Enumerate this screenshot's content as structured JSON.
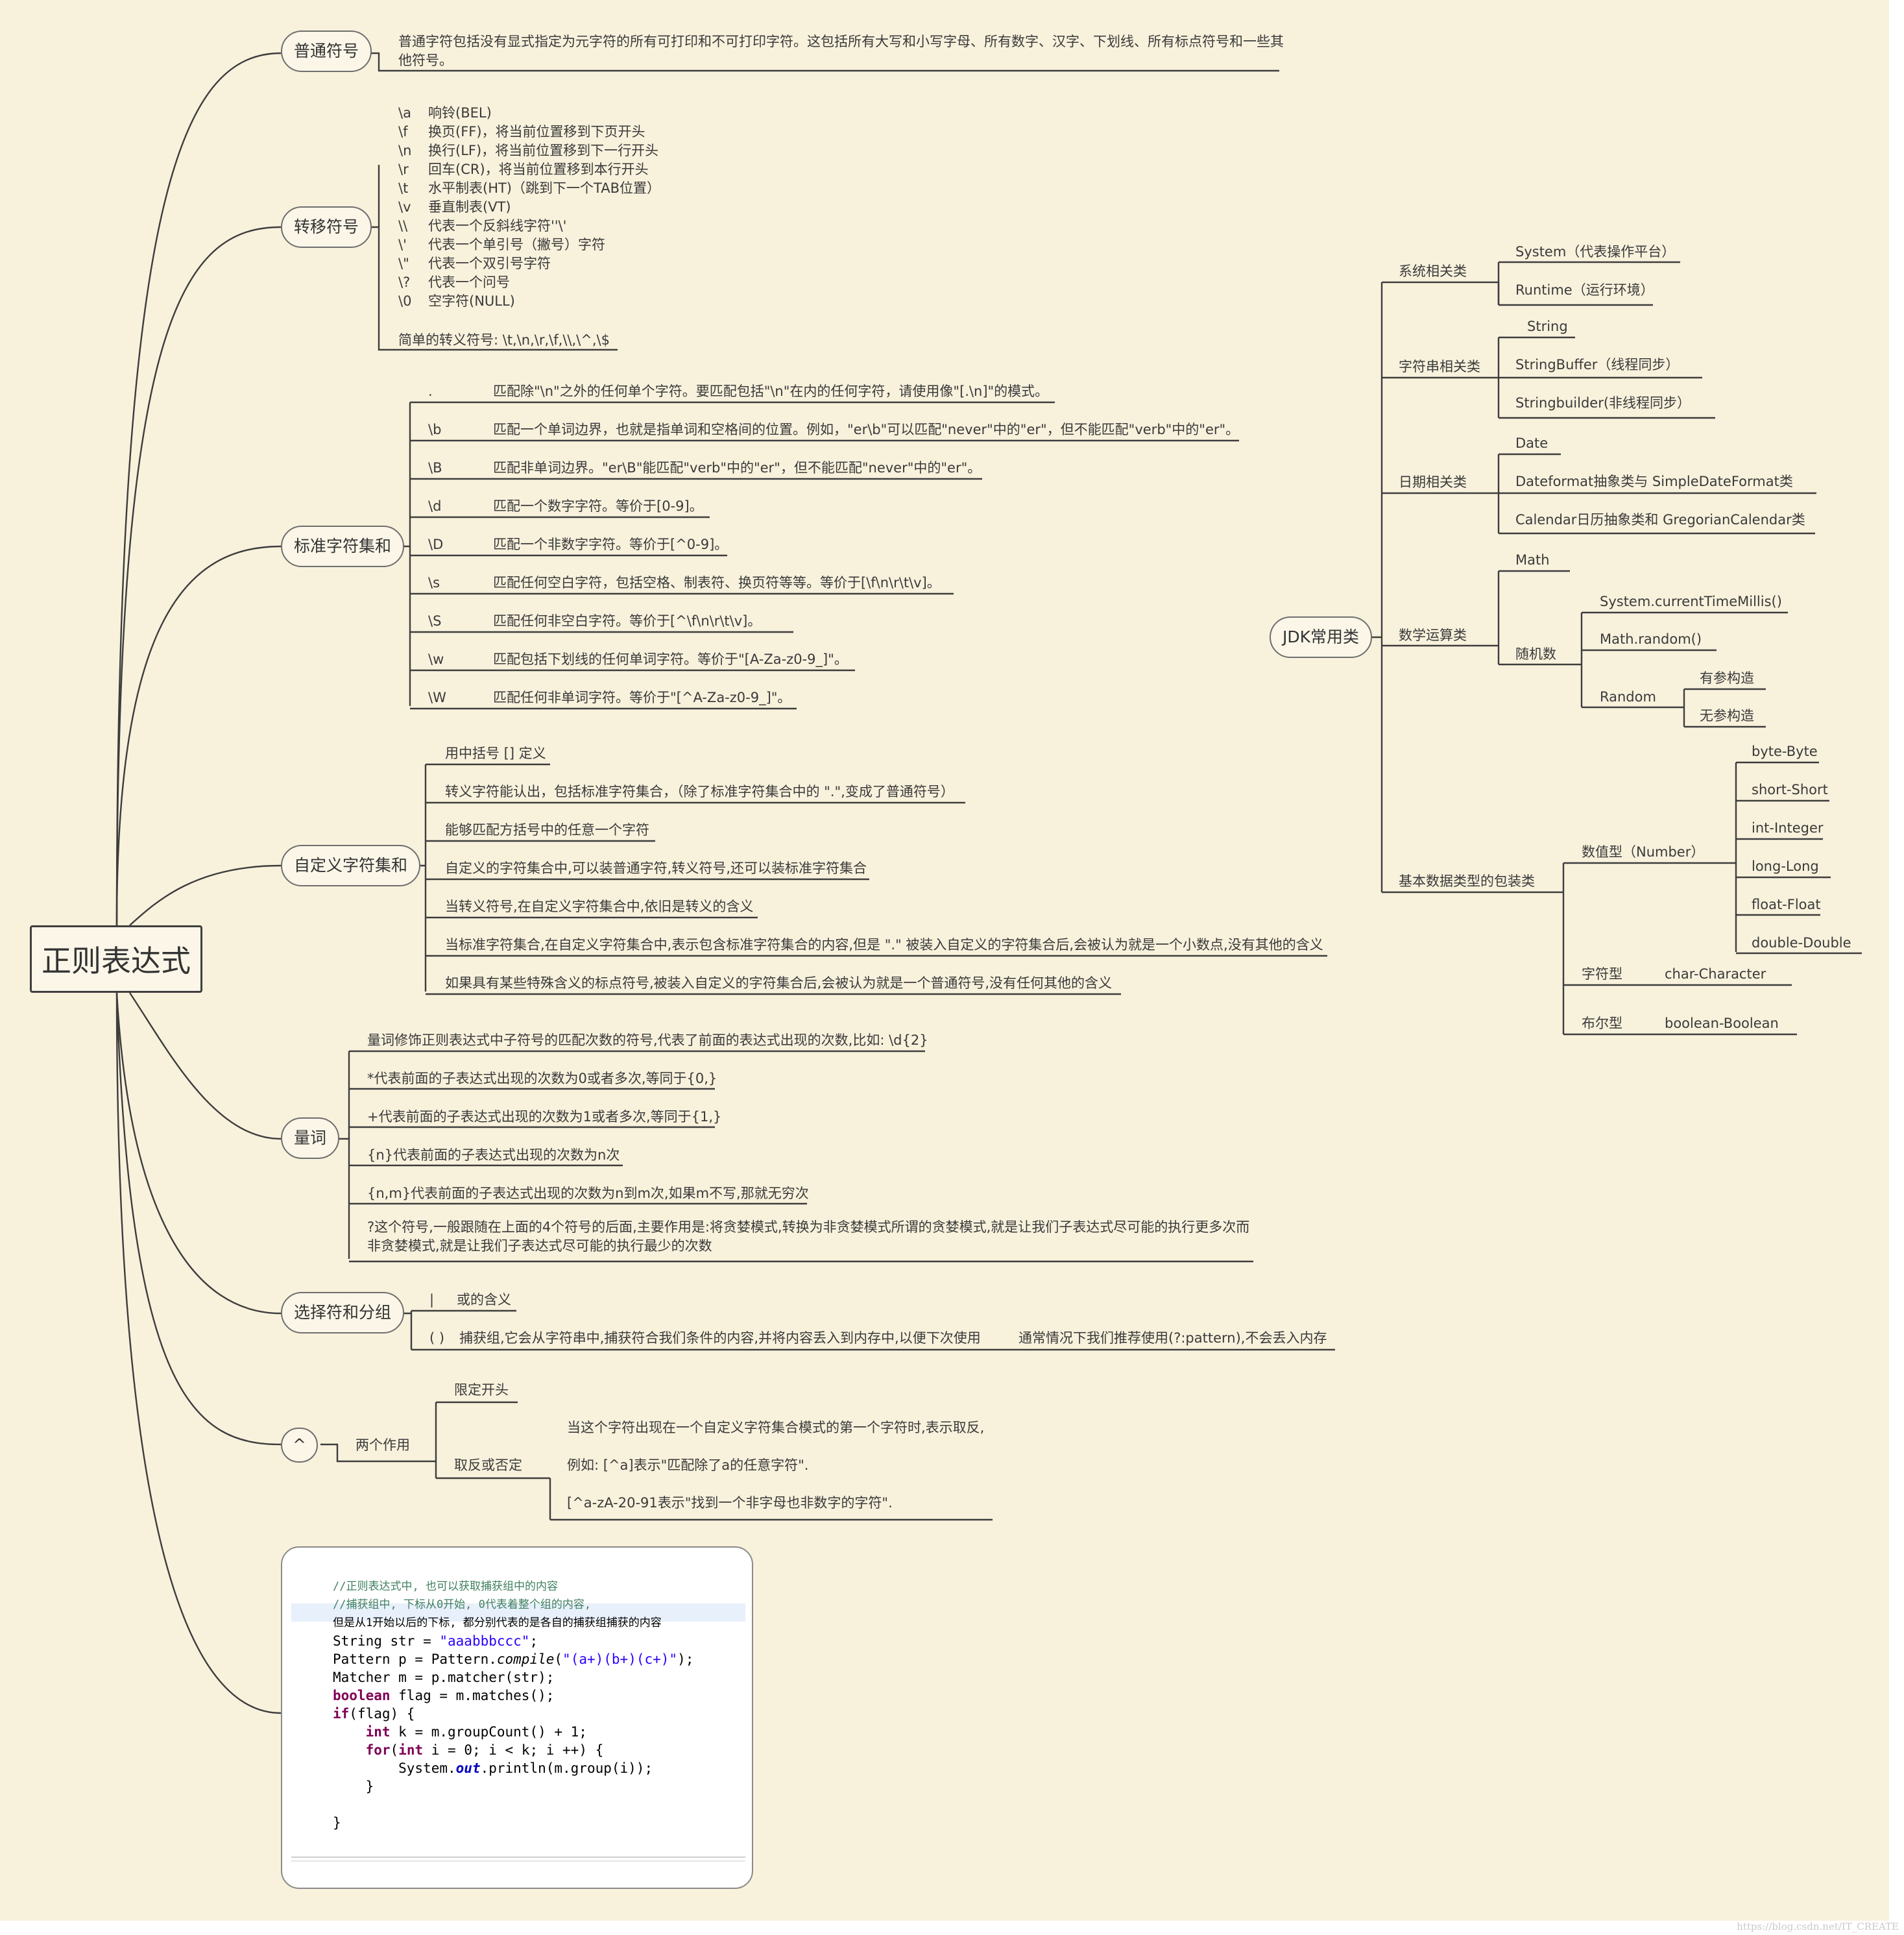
{
  "root": "正则表达式",
  "watermark": "https://blog.csdn.net/IT_CREATE",
  "branches": {
    "plain": {
      "label": "普通符号",
      "text": "普通字符包括没有显式指定为元字符的所有可打印和不可打印字符。这包括所有大写和小写字母、所有数字、汉字、下划线、所有标点符号和一些其他符号。"
    },
    "escape": {
      "label": "转移符号",
      "items": [
        [
          "\\a",
          "响铃(BEL)"
        ],
        [
          "\\f",
          "换页(FF)，将当前位置移到下页开头"
        ],
        [
          "\\n",
          "换行(LF)，将当前位置移到下一行开头"
        ],
        [
          "\\r",
          "回车(CR)，将当前位置移到本行开头"
        ],
        [
          "\\t",
          "水平制表(HT)（跳到下一个TAB位置）"
        ],
        [
          "\\v",
          "垂直制表(VT)"
        ],
        [
          "\\\\",
          "代表一个反斜线字符''\\'"
        ],
        [
          "\\'",
          "代表一个单引号（撇号）字符"
        ],
        [
          "\\\"",
          "代表一个双引号字符"
        ],
        [
          "\\?",
          "代表一个问号"
        ],
        [
          "\\0",
          "空字符(NULL)"
        ]
      ],
      "summary": "简单的转义符号: \\t,\\n,\\r,\\f,\\\\,\\^,\\$"
    },
    "standard": {
      "label": "标准字符集和",
      "items": [
        [
          ".",
          "匹配除\"\\n\"之外的任何单个字符。要匹配包括\"\\n\"在内的任何字符，请使用像\"[.\\n]\"的模式。"
        ],
        [
          "\\b",
          "匹配一个单词边界，也就是指单词和空格间的位置。例如，\"er\\b\"可以匹配\"never\"中的\"er\"，但不能匹配\"verb\"中的\"er\"。"
        ],
        [
          "\\B",
          "匹配非单词边界。\"er\\B\"能匹配\"verb\"中的\"er\"，但不能匹配\"never\"中的\"er\"。"
        ],
        [
          "\\d",
          "匹配一个数字字符。等价于[0-9]。"
        ],
        [
          "\\D",
          "匹配一个非数字字符。等价于[^0-9]。"
        ],
        [
          "\\s",
          "匹配任何空白字符，包括空格、制表符、换页符等等。等价于[\\f\\n\\r\\t\\v]。"
        ],
        [
          "\\S",
          "匹配任何非空白字符。等价于[^\\f\\n\\r\\t\\v]。"
        ],
        [
          "\\w",
          "匹配包括下划线的任何单词字符。等价于\"[A-Za-z0-9_]\"。"
        ],
        [
          "\\W",
          "匹配任何非单词字符。等价于\"[^A-Za-z0-9_]\"。"
        ]
      ]
    },
    "custom": {
      "label": "自定义字符集和",
      "items": [
        "用中括号 [] 定义",
        "转义字符能认出，包括标准字符集合，（除了标准字符集合中的 \".\",变成了普通符号）",
        "能够匹配方括号中的任意一个字符",
        "自定义的字符集合中,可以装普通字符,转义符号,还可以装标准字符集合",
        "当转义符号,在自定义字符集合中,依旧是转义的含义",
        "当标准字符集合,在自定义字符集合中,表示包含标准字符集合的内容,但是 \".\" 被装入自定义的字符集合后,会被认为就是一个小数点,没有其他的含义",
        "如果具有某些特殊含义的标点符号,被装入自定义的字符集合后,会被认为就是一个普通符号,没有任何其他的含义"
      ]
    },
    "quantifiers": {
      "label": "量词",
      "items": [
        "量词修饰正则表达式中子符号的匹配次数的符号,代表了前面的表达式出现的次数,比如: \\d{2}",
        "*代表前面的子表达式出现的次数为0或者多次,等同于{0,}",
        "+代表前面的子表达式出现的次数为1或者多次,等同于{1,}",
        "{n}代表前面的子表达式出现的次数为n次",
        "{n,m}代表前面的子表达式出现的次数为n到m次,如果m不写,那就无穷次"
      ],
      "last": "?这个符号,一般跟随在上面的4个符号的后面,主要作用是:将贪婪模式,转换为非贪婪模式所谓的贪婪模式,就是让我们子表达式尽可能的执行更多次而非贪婪模式,就是让我们子表达式尽可能的执行最少的次数"
    },
    "choice": {
      "label": "选择符和分组",
      "pipe": {
        "symbol": "|",
        "text": "或的含义"
      },
      "group": {
        "symbol": "( )",
        "text": "捕获组,它会从字符串中,捕获符合我们条件的内容,并将内容丢入到内存中,以便下次使用",
        "note": "通常情况下我们推荐使用(?:pattern),不会丢入内存"
      }
    },
    "caret": {
      "label": "^",
      "two": "两个作用",
      "anchor": "限定开头",
      "negate": "取反或否定",
      "desc1": "当这个字符出现在一个自定义字符集合模式的第一个字符时,表示取反,",
      "desc2": "例如: [^a]表示\"匹配除了a的任意字符\".",
      "desc3": "[^a-zA-20-91表示\"找到一个非字母也非数字的字符\"."
    }
  },
  "code": {
    "c1": "//正则表达式中, 也可以获取捕获组中的内容",
    "c2": "//捕获组中, 下标从0开始, 0代表着整个组的内容,",
    "c3": "但是从1开始以后的下标, 都分别代表的是各自的捕获组捕获的内容",
    "l1a": "String str = ",
    "l1b": "\"aaabbbccc\"",
    "l1c": ";",
    "l2a": "Pattern p = Pattern.",
    "l2b": "compile",
    "l2c": "(",
    "l2d": "\"(a+)(b+)(c+)\"",
    "l2e": ");",
    "l3": "Matcher m = p.matcher(str);",
    "l4a": "boolean",
    "l4b": " flag = m.matches();",
    "l5a": "if",
    "l5b": "(flag) {",
    "l6pad": "    ",
    "l6a": "int",
    "l6b": " k = m.groupCount() + 1;",
    "l7a": "for",
    "l7b": "(",
    "l7c": "int",
    "l7d": " i = 0; i < k; i ++) {",
    "l8a": "        System.",
    "l8b": "out",
    "l8c": ".println(m.group(i));",
    "l9": "    }",
    "l10": "}"
  },
  "jdk": {
    "label": "JDK常用类",
    "system": {
      "label": "系统相关类",
      "items": [
        "System（代表操作平台）",
        "Runtime（运行环境）"
      ]
    },
    "string": {
      "label": "字符串相关类",
      "items": [
        "String",
        "StringBuffer（线程同步）",
        "Stringbuilder(非线程同步）"
      ]
    },
    "date": {
      "label": "日期相关类",
      "items": [
        "Date",
        "Dateformat抽象类与 SimpleDateFormat类",
        "Calendar日历抽象类和 GregorianCalendar类"
      ]
    },
    "math": {
      "label": "数学运算类",
      "math": "Math",
      "random_label": "随机数",
      "random_items": [
        "System.currentTimeMillis()",
        "Math.random()"
      ],
      "random_class": "Random",
      "random_ctor": [
        "有参构造",
        "无参构造"
      ]
    },
    "wrapper": {
      "label": "基本数据类型的包装类",
      "number_label": "数值型（Number）",
      "numbers": [
        "byte-Byte",
        "short-Short",
        "int-Integer",
        "long-Long",
        "float-Float",
        "double-Double"
      ],
      "char": [
        "字符型",
        "char-Character"
      ],
      "bool": [
        "布尔型",
        "boolean-Boolean"
      ]
    }
  }
}
